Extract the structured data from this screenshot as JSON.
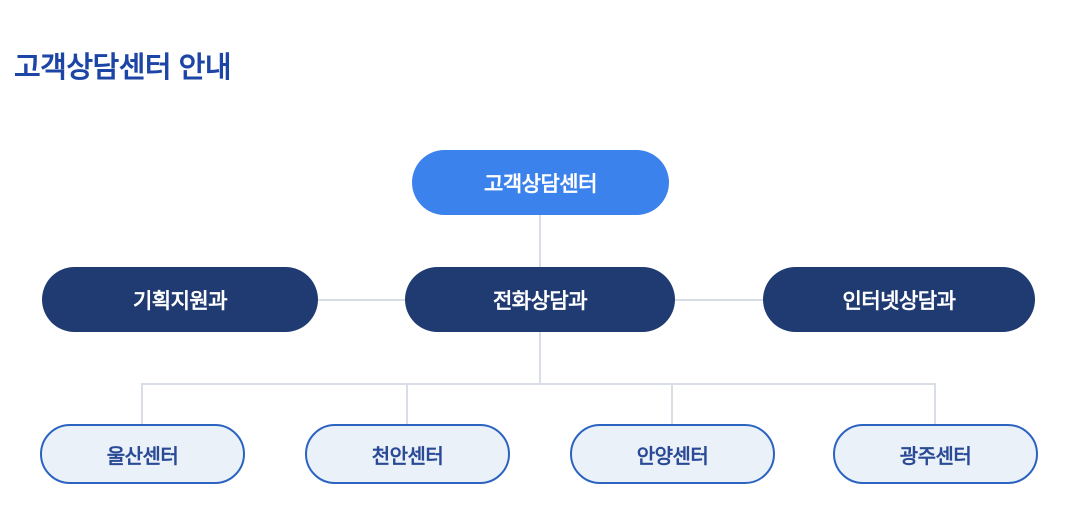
{
  "page": {
    "title": "고객상담센터 안내"
  },
  "org_chart": {
    "root": {
      "label": "고객상담센터"
    },
    "departments": [
      {
        "label": "기획지원과"
      },
      {
        "label": "전화상담과"
      },
      {
        "label": "인터넷상담과"
      }
    ],
    "centers": [
      {
        "label": "울산센터"
      },
      {
        "label": "천안센터"
      },
      {
        "label": "안양센터"
      },
      {
        "label": "광주센터"
      }
    ],
    "colors": {
      "title_text": "#1c45a6",
      "root_fill": "#3b82ec",
      "department_fill": "#203b72",
      "center_fill": "#ebf1f9",
      "center_border": "#2b63c1",
      "center_text": "#2a4a96",
      "node_text": "#ffffff",
      "connector": "#d9dee6"
    }
  }
}
